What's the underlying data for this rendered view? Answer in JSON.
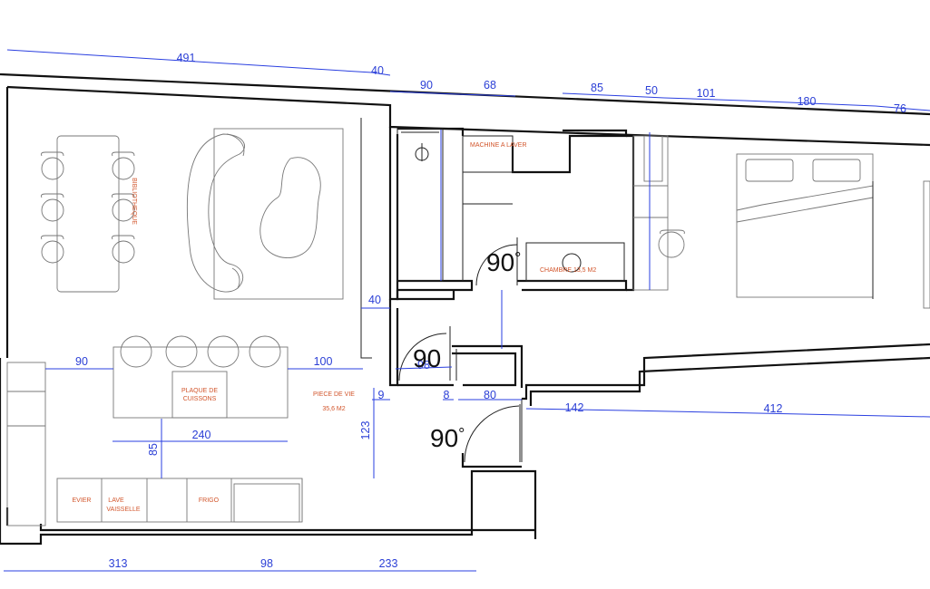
{
  "top_dims": [
    "491",
    "40",
    "90",
    "68",
    "85",
    "50",
    "101",
    "180",
    "76"
  ],
  "mid_dims": [
    "40",
    "90",
    "100",
    "9",
    "8",
    "80",
    "142",
    "412",
    "240",
    "85",
    "123",
    "98"
  ],
  "bottom_dims": [
    "313",
    "98",
    "233"
  ],
  "door_angle": "90",
  "degree_symbol": "°",
  "rooms": {
    "living": {
      "name": "PIECE DE VIE",
      "area": "35,6 M2"
    },
    "bedroom": {
      "name": "CHAMBRE 13,5 M2"
    },
    "laundry": {
      "name": "MACHINE A LAVER"
    },
    "library": {
      "name": "BIBLIOTHEQUE"
    }
  },
  "kitchen": {
    "hob": [
      "PLAQUE DE",
      "CUISSONS"
    ],
    "sink": "EVIER",
    "dishwasher": [
      "LAVE",
      "VAISSELLE"
    ],
    "fridge": "FRIGO"
  }
}
